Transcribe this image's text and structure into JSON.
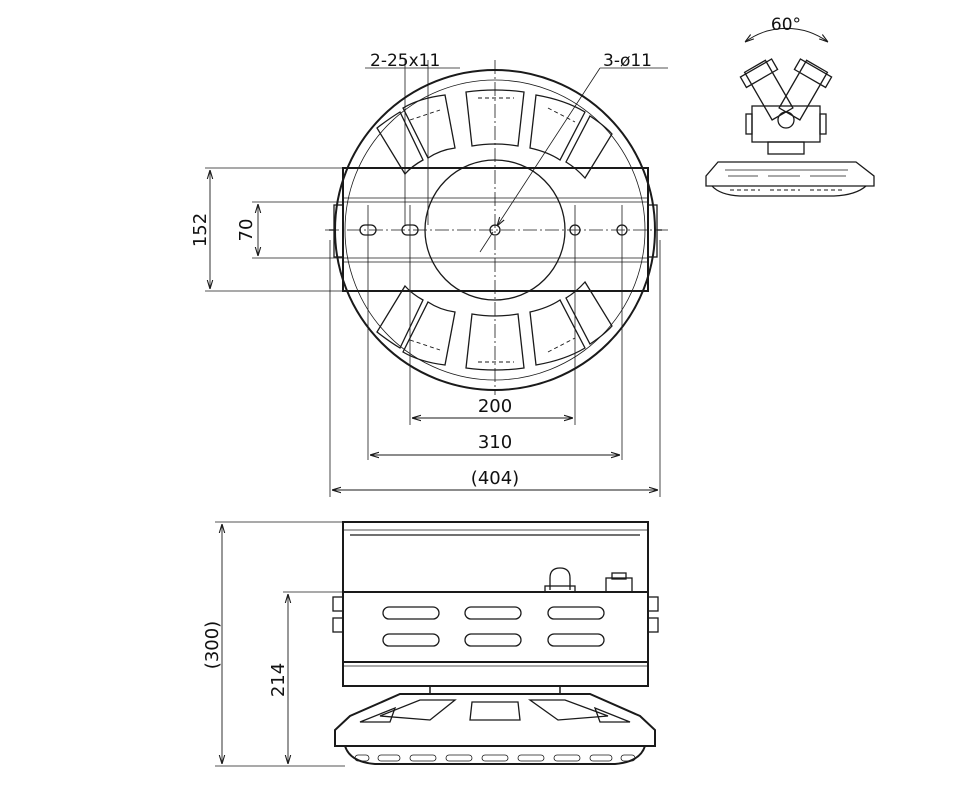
{
  "dimensions": {
    "slot_callout": "2-25x11",
    "hole_callout": "3-ø11",
    "height_152": "152",
    "height_70": "70",
    "width_200": "200",
    "width_310": "310",
    "width_404": "(404)",
    "height_300": "(300)",
    "height_214": "214",
    "angle": "60°"
  },
  "colors": {
    "line": "#1a1a1a",
    "background": "#ffffff"
  }
}
